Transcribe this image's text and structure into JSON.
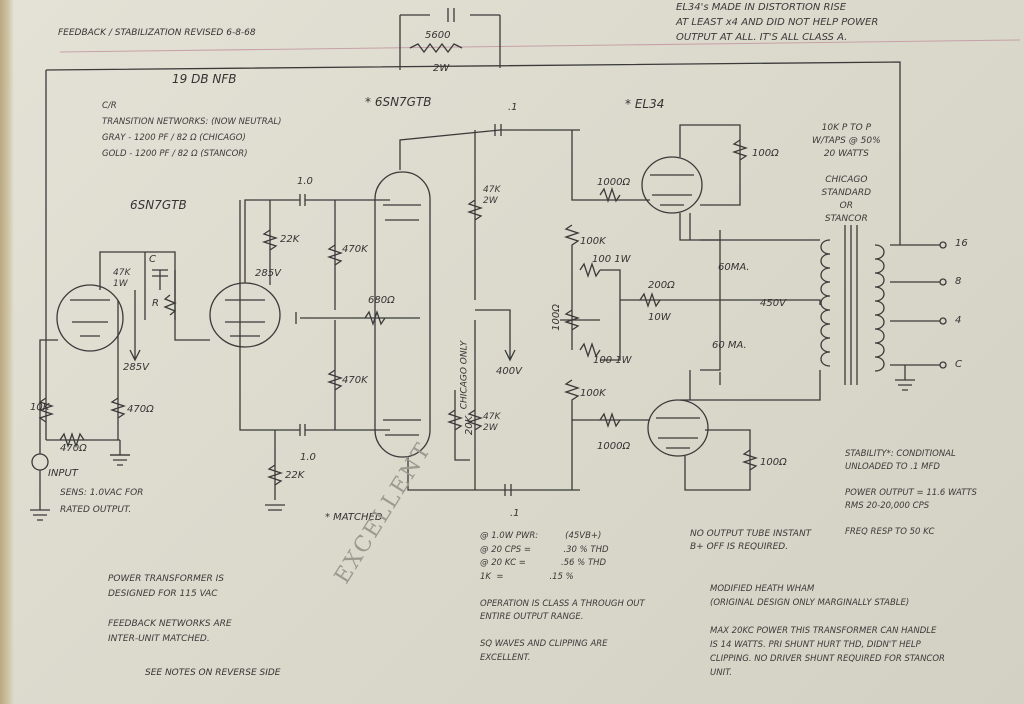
{
  "header": {
    "title": "FEEDBACK / STABILIZATION REVISED 6-8-68",
    "top_note": "EL34's MADE IN DISTORTION RISE\nAT LEAST x4 AND DID NOT HELP POWER\nOUTPUT AT ALL. IT'S ALL CLASS A."
  },
  "feedback": {
    "label": "19 DB NFB",
    "resistor": "5600",
    "watts": "2W",
    "networks": "C/R\nTRANSITION NETWORKS: (NOW NEUTRAL)\nGRAY - 1200 PF / 82 Ω (CHICAGO)\nGOLD - 1200 PF / 82 Ω (STANCOR)"
  },
  "tubes": {
    "input": "6SN7GTB",
    "driver": "* 6SN7GTB",
    "output": "* EL34",
    "chicago_only": "CHICAGO ONLY"
  },
  "components": {
    "r_47k_1w": "47K\n1W",
    "c_label": "C",
    "r_label": "R",
    "v285_a": "285V",
    "v285_b": "285V",
    "r_10k": "10K",
    "r_470_in": "470Ω",
    "r_470_fb": "470Ω",
    "c_1_0_top": "1.0",
    "c_1_0_bot": "1.0",
    "r_22k_top": "22K",
    "r_22k_bot": "22K",
    "r_470k_top": "470K",
    "r_470k_bot": "470K",
    "r_680": "680Ω",
    "c_0_1_top": ".1",
    "c_0_1_bot": ".1",
    "r_47k_2w_top": "47K\n2W",
    "r_47k_2w_bot": "47K\n2W",
    "r_20k": "20K",
    "v400": "400V",
    "r_1000_top": "1000Ω",
    "r_1000_bot": "1000Ω",
    "r_100k_top": "100K",
    "r_100k_bot": "100K",
    "r_100_1w_top": "100 1W",
    "r_100_1w_bot": "100 1W",
    "r_100_pot": "100Ω",
    "r_200": "200Ω",
    "r_200_w": "10W",
    "r_100_top": "100Ω",
    "r_100_bot": "100Ω",
    "ma_top": "60MA.",
    "ma_bot": "60 MA.",
    "v450": "450V",
    "transformer": "10K P TO P\nW/TAPS @ 50%\n20 WATTS\n\nCHICAGO\nSTANDARD\nOR\nSTANCOR",
    "taps": [
      "16",
      "8",
      "4",
      "C"
    ]
  },
  "input": {
    "label": "INPUT",
    "sens": "SENS: 1.0VAC FOR\nRATED OUTPUT."
  },
  "notes": {
    "matched": "* MATCHED",
    "power_transformer": "POWER TRANSFORMER IS\nDESIGNED FOR 115 VAC\n\nFEEDBACK NETWORKS ARE\nINTER-UNIT MATCHED.",
    "reverse": "SEE NOTES ON REVERSE SIDE",
    "excellent": "EXCELLENT",
    "thd": "@ 1.0W PWR:          (45VB+)\n@ 20 CPS =            .30 % THD\n@ 20 KC =             .56 % THD\n1K  =                 .15 %\n\nOPERATION IS CLASS A THROUGH OUT\nENTIRE OUTPUT RANGE.\n\nSQ WAVES AND CLIPPING ARE\nEXCELLENT.",
    "no_output_tube": "NO OUTPUT TUBE INSTANT\nB+ OFF IS REQUIRED.",
    "specs": "STABILITY*: CONDITIONAL\nUNLOADED TO .1 MFD\n\nPOWER OUTPUT = 11.6 WATTS\nRMS 20-20,000 CPS\n\nFREQ RESP TO 50 KC",
    "heath": "MODIFIED HEATH WHAM\n(ORIGINAL DESIGN ONLY MARGINALLY STABLE)\n\nMAX 20KC POWER THIS TRANSFORMER CAN HANDLE\nIS 14 WATTS. PRI SHUNT HURT THD, DIDN'T HELP\nCLIPPING. NO DRIVER SHUNT REQUIRED FOR STANCOR\nUNIT."
  }
}
